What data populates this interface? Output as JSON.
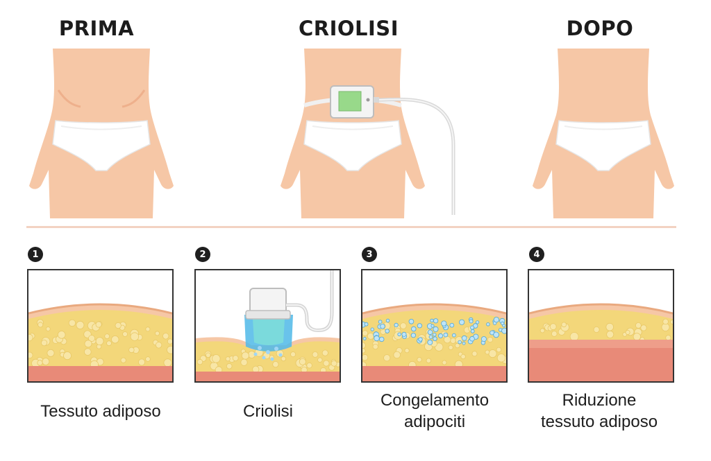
{
  "headings": {
    "before": "PRIMA",
    "procedure": "CRIOLISI",
    "after": "DOPO"
  },
  "steps": [
    {
      "number": "1",
      "caption_lines": [
        "Tessuto adiposo"
      ]
    },
    {
      "number": "2",
      "caption_lines": [
        "Criolisi"
      ]
    },
    {
      "number": "3",
      "caption_lines": [
        "Congelamento",
        "adipociti"
      ]
    },
    {
      "number": "4",
      "caption_lines": [
        "Riduzione",
        "tessuto adiposo"
      ]
    }
  ],
  "colors": {
    "skin": "#f6c7a6",
    "skin_shade": "#eeb08c",
    "fat": "#f3d77a",
    "muscle": "#e88a78",
    "device_screen": "#98d98a",
    "ice": "#4fb8e8",
    "divider": "#f3d2c2"
  }
}
